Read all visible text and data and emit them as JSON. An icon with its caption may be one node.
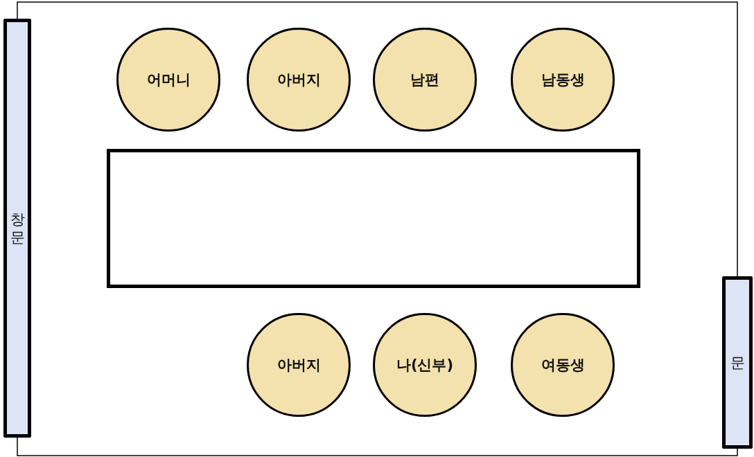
{
  "diagram": {
    "nodes": [
      {
        "text": [
          "창문"
        ]
      },
      {
        "text": [
          "어머니"
        ]
      },
      {
        "text": [
          "아버지"
        ]
      },
      {
        "text": [
          "남편"
        ]
      },
      {
        "text": [
          "남동생"
        ]
      },
      {
        "text": [],
        "shape": "box"
      },
      {
        "text": [
          "아버지"
        ]
      },
      {
        "text": [
          "나(신부)"
        ]
      },
      {
        "text": [
          "여동생"
        ]
      },
      {
        "text": [
          "문"
        ]
      }
    ]
  }
}
